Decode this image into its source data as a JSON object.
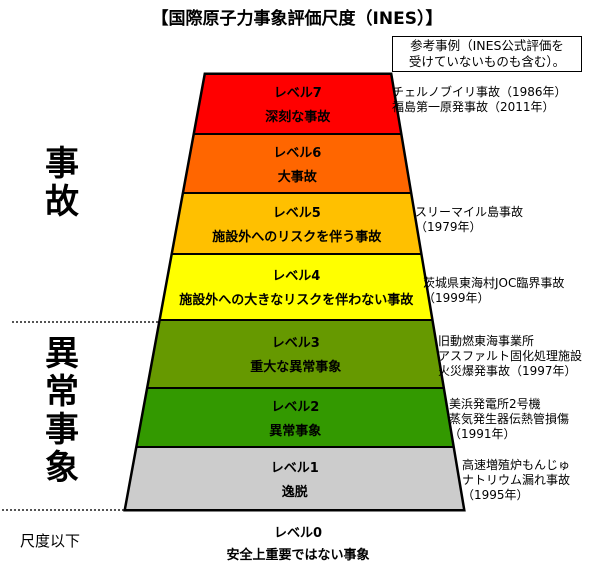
{
  "title": "【国際原子力事象評価尺度（INES）】",
  "note": [
    "参考事例（INES公式評価を",
    "受けていないものも含む）。"
  ],
  "categories": {
    "accident": [
      "事",
      "故"
    ],
    "incident": [
      "異",
      "常",
      "事",
      "象"
    ],
    "below_scale": "尺度以下"
  },
  "levels": [
    {
      "name": "レベル7",
      "desc": "深刻な事故",
      "color": "#ff0000",
      "examples": [
        "チェルノブイリ事故（1986年）",
        "福島第一原発事故（2011年）"
      ]
    },
    {
      "name": "レベル6",
      "desc": "大事故",
      "color": "#ff6600",
      "examples": []
    },
    {
      "name": "レベル5",
      "desc": "施設外へのリスクを伴う事故",
      "color": "#ffc000",
      "examples": [
        "スリーマイル島事故",
        "（1979年）"
      ]
    },
    {
      "name": "レベル4",
      "desc": "施設外への大きなリスクを伴わない事故",
      "color": "#ffff00",
      "examples": [
        "茨城県東海村JOC臨界事故",
        "（1999年）"
      ]
    },
    {
      "name": "レベル3",
      "desc": "重大な異常事象",
      "color": "#669900",
      "examples": [
        "旧動燃東海事業所",
        "アスファルト固化処理施設",
        "火災爆発事故（1997年）"
      ]
    },
    {
      "name": "レベル2",
      "desc": "異常事象",
      "color": "#339900",
      "examples": [
        "美浜発電所2号機",
        "蒸気発生器伝熱管損傷",
        "（1991年）"
      ]
    },
    {
      "name": "レベル1",
      "desc": "逸脱",
      "color": "#cccccc",
      "examples": [
        "高速増殖炉もんじゅ",
        "ナトリウム漏れ事故",
        "（1995年）"
      ]
    }
  ],
  "level0": {
    "name": "レベル0",
    "desc": "安全上重要ではない事象"
  }
}
